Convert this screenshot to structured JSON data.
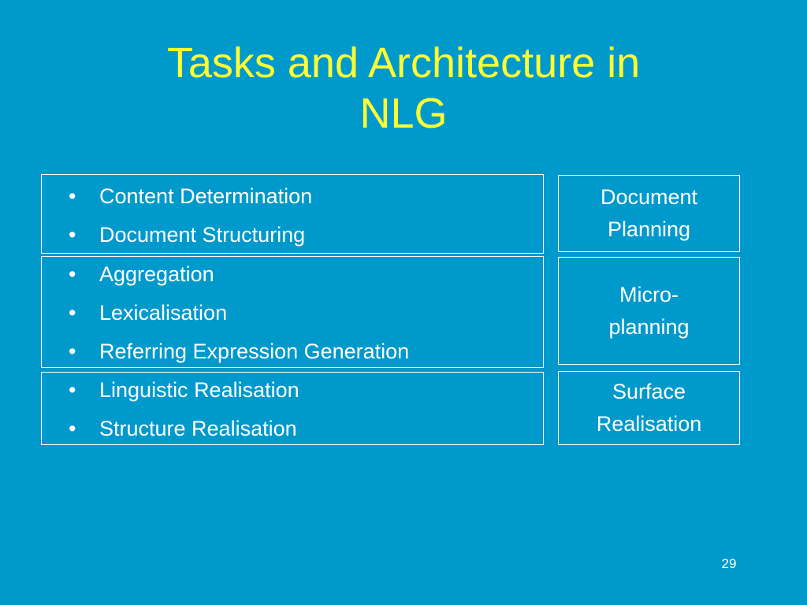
{
  "slide": {
    "title_line1": "Tasks and Architecture in",
    "title_line2": "NLG",
    "page_number": "29"
  },
  "colors": {
    "background": "#0099CC",
    "title": "#FFFF33",
    "text": "#FFFFFF",
    "border": "#FFFFFF"
  },
  "tasks": {
    "bullet": "•",
    "document_planning": [
      "Content Determination",
      "Document Structuring"
    ],
    "microplanning": [
      "Aggregation",
      "Lexicalisation",
      "Referring Expression Generation"
    ],
    "surface_realisation": [
      "Linguistic Realisation",
      "Structure Realisation"
    ]
  },
  "stages": {
    "document_planning": "Document\nPlanning",
    "microplanning": "Micro-\nplanning",
    "surface_realisation": "Surface\nRealisation"
  }
}
